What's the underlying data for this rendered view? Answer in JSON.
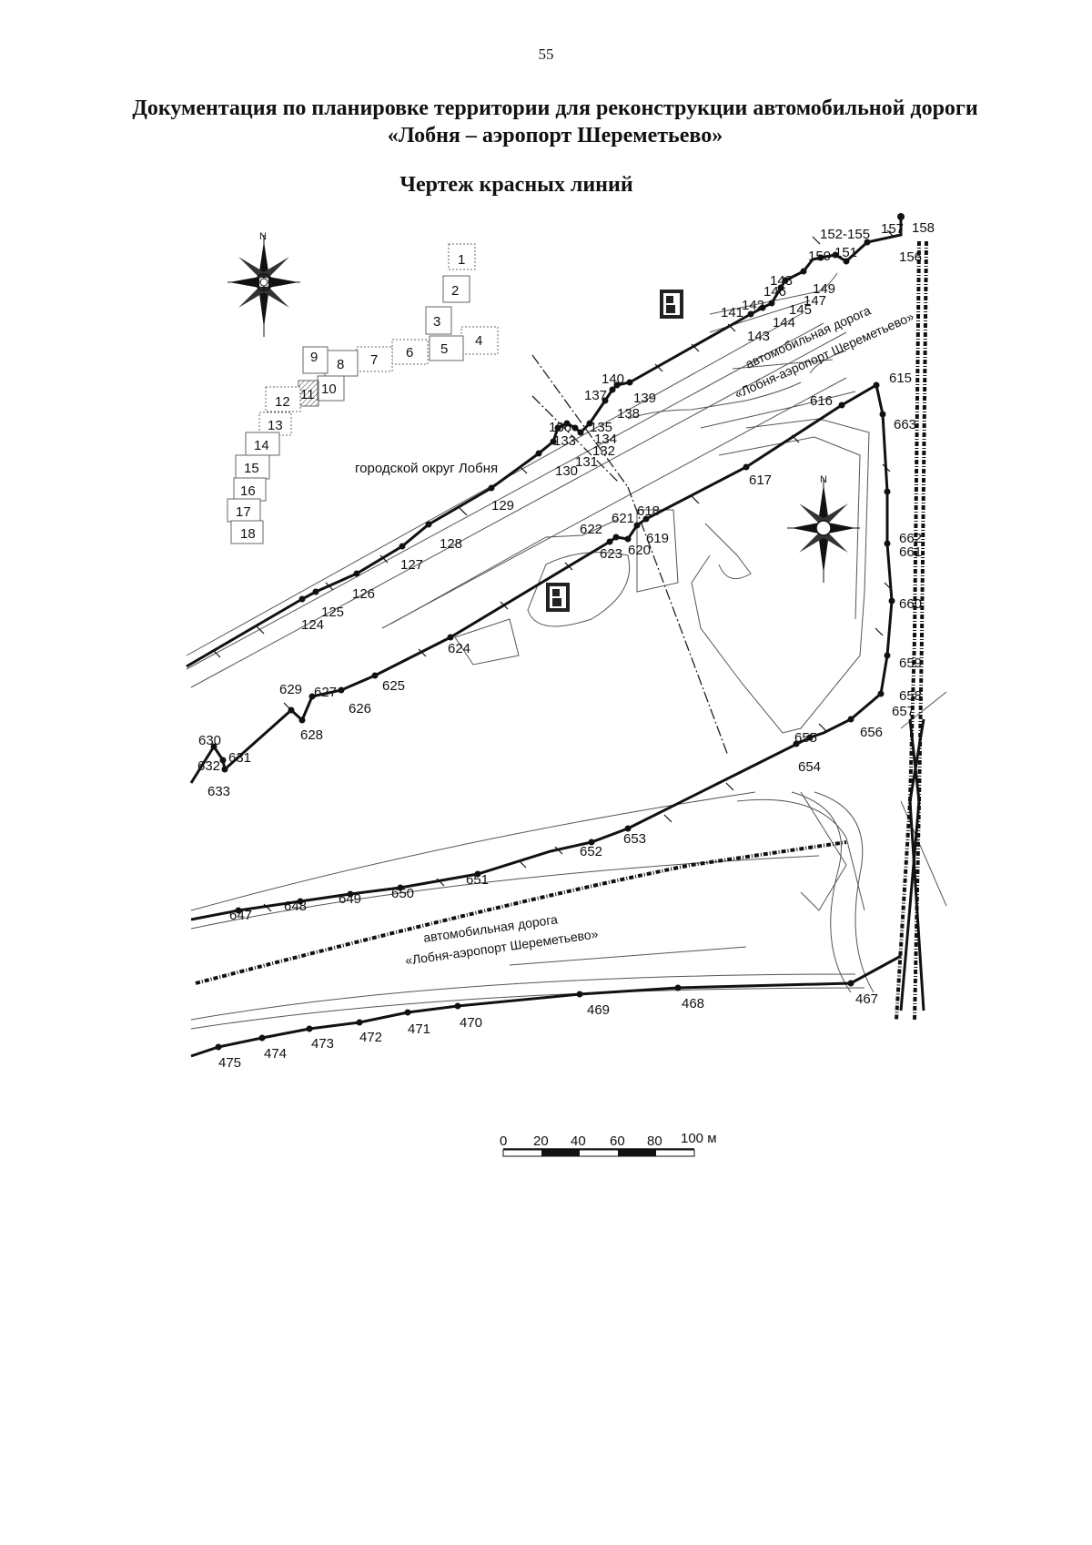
{
  "page_number": "55",
  "title_line1": "Документация по планировке территории для реконструкции автомобильной дороги",
  "title_line2": "«Лобня – аэропорт Шереметьево»",
  "drawing_title": "Чертеж красных линий",
  "compass_label": "N",
  "compass_label_inner": "N",
  "municipality_label": "городской округ Лобня",
  "road_label_upper_1": "автомобильная дорога",
  "road_label_upper_2": "«Лобня-аэропорт Шереметьево»",
  "road_label_lower_1": "автомобильная дорога",
  "road_label_lower_2": "«Лобня-аэропорт Шереметьево»",
  "sheet_index": [
    "1",
    "2",
    "3",
    "4",
    "5",
    "6",
    "7",
    "8",
    "9",
    "10",
    "11",
    "12",
    "13",
    "14",
    "15",
    "16",
    "17",
    "18"
  ],
  "point_labels": {
    "p152_155": "152-155",
    "p157": "157",
    "p158": "158",
    "p150": "150",
    "p151": "151",
    "p156": "156",
    "p148": "148",
    "p146": "146",
    "p149": "149",
    "p147": "147",
    "p141": "141",
    "p142": "142",
    "p144": "144",
    "p145": "145",
    "p143": "143",
    "p140": "140",
    "p137": "137",
    "p139": "139",
    "p138": "138",
    "p136": "136",
    "p135": "135",
    "p133": "133",
    "p134": "134",
    "p132": "132",
    "p131": "131",
    "p130": "130",
    "p129": "129",
    "p128": "128",
    "p127": "127",
    "p126": "126",
    "p125": "125",
    "p124": "124",
    "p615": "615",
    "p616": "616",
    "p663": "663",
    "p617": "617",
    "p618": "618",
    "p621": "621",
    "p622": "622",
    "p619": "619",
    "p623": "623",
    "p620": "620",
    "p662": "662",
    "p661": "661",
    "p660": "660",
    "p659": "659",
    "p658": "658",
    "p657": "657",
    "p656": "656",
    "p655": "655",
    "p654": "654",
    "p653": "653",
    "p652": "652",
    "p651": "651",
    "p650": "650",
    "p649": "649",
    "p648": "648",
    "p647": "647",
    "p624": "624",
    "p625": "625",
    "p626": "626",
    "p627": "627",
    "p629": "629",
    "p628": "628",
    "p630": "630",
    "p631": "631",
    "p632": "632",
    "p633": "633",
    "p467": "467",
    "p468": "468",
    "p469": "469",
    "p470": "470",
    "p471": "471",
    "p472": "472",
    "p473": "473",
    "p474": "474",
    "p475": "475"
  },
  "scale_bar": {
    "ticks": [
      "0",
      "20",
      "40",
      "60",
      "80",
      "100 м"
    ]
  }
}
